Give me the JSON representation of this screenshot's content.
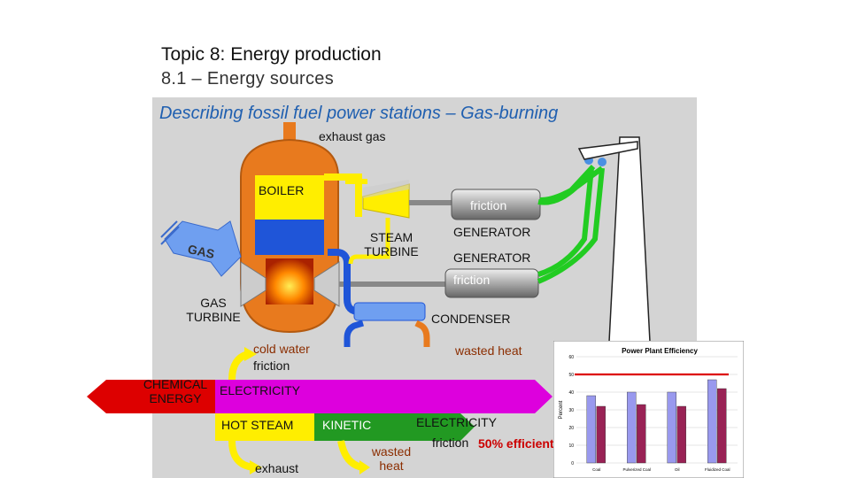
{
  "slide": {
    "title_line1": "Topic 8: Energy production",
    "title_line2": "8.1 – Energy sources",
    "subtitle": "Describing fossil fuel power stations – Gas-burning"
  },
  "diagram": {
    "exhaust_gas": "exhaust gas",
    "boiler": "BOILER",
    "gas": "GAS",
    "gas_turbine_1": "GAS",
    "gas_turbine_2": "TURBINE",
    "steam_turbine_1": "STEAM",
    "steam_turbine_2": "TURBINE",
    "friction_top": "friction",
    "generator_top": "GENERATOR",
    "generator_mid": "GENERATOR",
    "friction_mid": "friction",
    "condenser": "CONDENSER",
    "cold_water": "cold water",
    "wasted_heat_top": "wasted heat"
  },
  "flow": {
    "friction_left": "friction",
    "chemical_1": "CHEMICAL",
    "chemical_2": "ENERGY",
    "electricity_1": "ELECTRICITY",
    "hot_steam": "HOT STEAM",
    "kinetic": "KINETIC",
    "electricity_2": "ELECTRICITY",
    "friction_right": "friction",
    "efficiency": "50% efficient",
    "exhaust": "exhaust",
    "wasted_1": "wasted",
    "wasted_2": "heat"
  },
  "colors": {
    "boiler": "#e87a1e",
    "steam": "#ffee00",
    "water": "#1f55d8",
    "electric": "#22cc22",
    "chemical": "#dd0000",
    "electricity_band": "#dd00dd",
    "hot_steam_band": "#ffee00",
    "kinetic_band": "#229922"
  },
  "chart_data": {
    "type": "bar",
    "title": "Power Plant Efficiency",
    "ylabel": "Percent",
    "ylim": [
      0,
      60
    ],
    "yticks": [
      0,
      10,
      20,
      30,
      40,
      50,
      60
    ],
    "categories": [
      "Coal",
      "Pulverized Coal",
      "Oil",
      "Fluidized Coal"
    ],
    "series": [
      {
        "values": [
          38,
          40,
          40,
          47
        ],
        "color": "#9999ee"
      },
      {
        "values": [
          32,
          33,
          32,
          42
        ],
        "color": "#992255"
      }
    ],
    "reference_line": 50
  }
}
